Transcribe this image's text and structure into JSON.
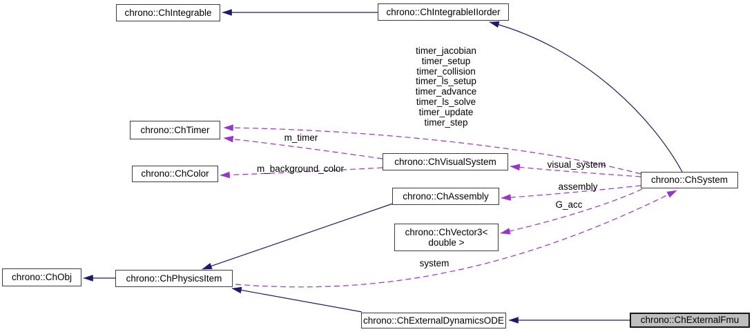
{
  "diagram": {
    "title": "Collaboration graph for chrono::ChExternalFmu",
    "colors": {
      "inheritance_edge": "#191970",
      "usage_edge": "#9a32cd",
      "node_border": "#3a3a3a",
      "node_fill": "#ffffff",
      "focus_node_fill": "#bfbfbf"
    },
    "nodes": {
      "integrable": {
        "label": "chrono::ChIntegrable"
      },
      "integrable_ii_order": {
        "label": "chrono::ChIntegrableIIorder"
      },
      "timer": {
        "label": "chrono::ChTimer"
      },
      "color": {
        "label": "chrono::ChColor"
      },
      "visual_system": {
        "label": "chrono::ChVisualSystem"
      },
      "assembly": {
        "label": "chrono::ChAssembly"
      },
      "vector3": {
        "label": "chrono::ChVector3<\ndouble >"
      },
      "obj": {
        "label": "chrono::ChObj"
      },
      "physics_item": {
        "label": "chrono::ChPhysicsItem"
      },
      "external_dynamics_ode": {
        "label": "chrono::ChExternalDynamicsODE"
      },
      "external_fmu": {
        "label": "chrono::ChExternalFmu"
      },
      "system": {
        "label": "chrono::ChSystem"
      }
    },
    "edge_labels": {
      "timers": "timer_jacobian\ntimer_setup\ntimer_collision\ntimer_ls_setup\ntimer_advance\ntimer_ls_solve\ntimer_update\ntimer_step",
      "m_timer": "m_timer",
      "m_background_color": "m_background_color",
      "visual_system": "visual_system",
      "assembly": "assembly",
      "g_acc": "G_acc",
      "system": "system"
    }
  }
}
